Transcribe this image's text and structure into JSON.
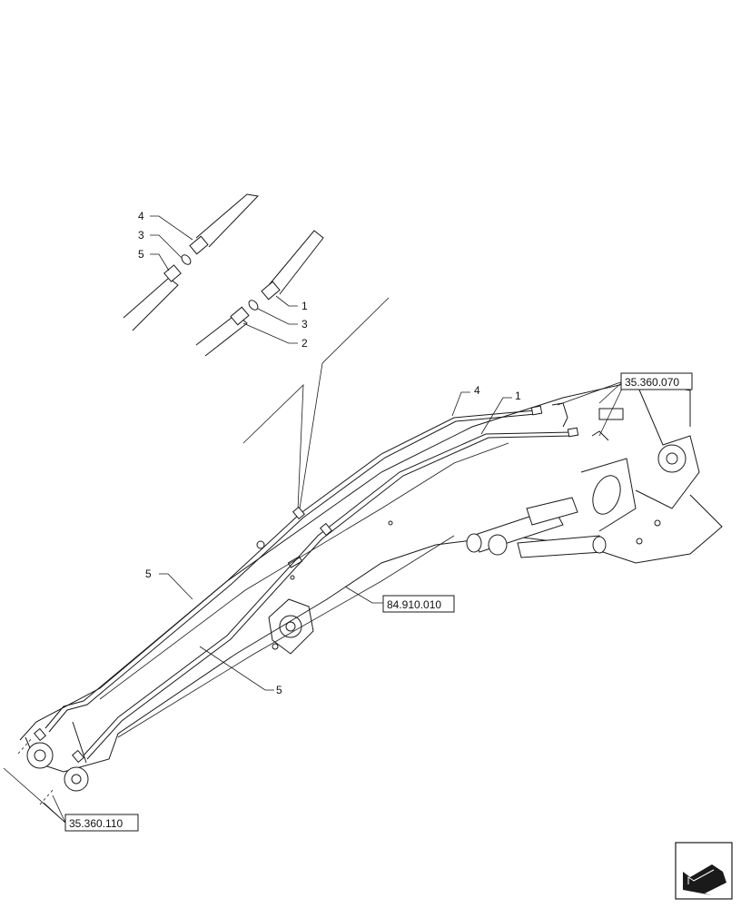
{
  "callouts": {
    "detail_upper_4": "4",
    "detail_upper_3": "3",
    "detail_upper_5": "5",
    "detail_lower_1": "1",
    "detail_lower_3": "3",
    "detail_lower_2": "2",
    "boom_4": "4",
    "boom_1": "1",
    "boom_5_upper": "5",
    "boom_5_lower": "5"
  },
  "references": {
    "ref_top_right": "35.360.070",
    "ref_middle": "84.910.010",
    "ref_bottom_left": "35.360.110"
  },
  "icons": {
    "nav_arrow": "arrow-left-down-icon"
  }
}
